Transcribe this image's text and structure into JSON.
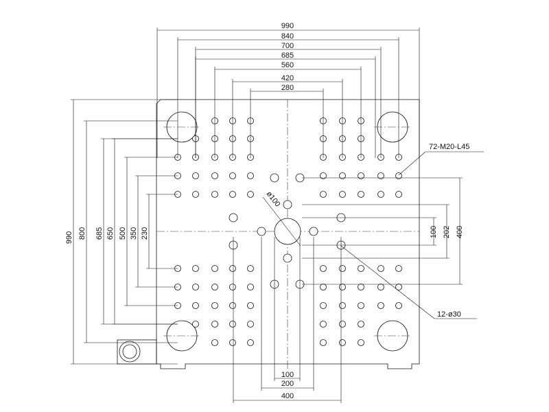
{
  "top_dimensions": [
    "990",
    "840",
    "700",
    "685",
    "560",
    "420",
    "280"
  ],
  "left_dimensions": [
    "990",
    "800",
    "685",
    "650",
    "500",
    "350",
    "230"
  ],
  "right_dimensions": [
    "100",
    "202",
    "400"
  ],
  "bottom_dimensions": [
    "100",
    "200",
    "400"
  ],
  "labels": {
    "thread_holes": "72-M20-L45",
    "pin_holes": "12-ø30",
    "center_hole": "ø100"
  }
}
